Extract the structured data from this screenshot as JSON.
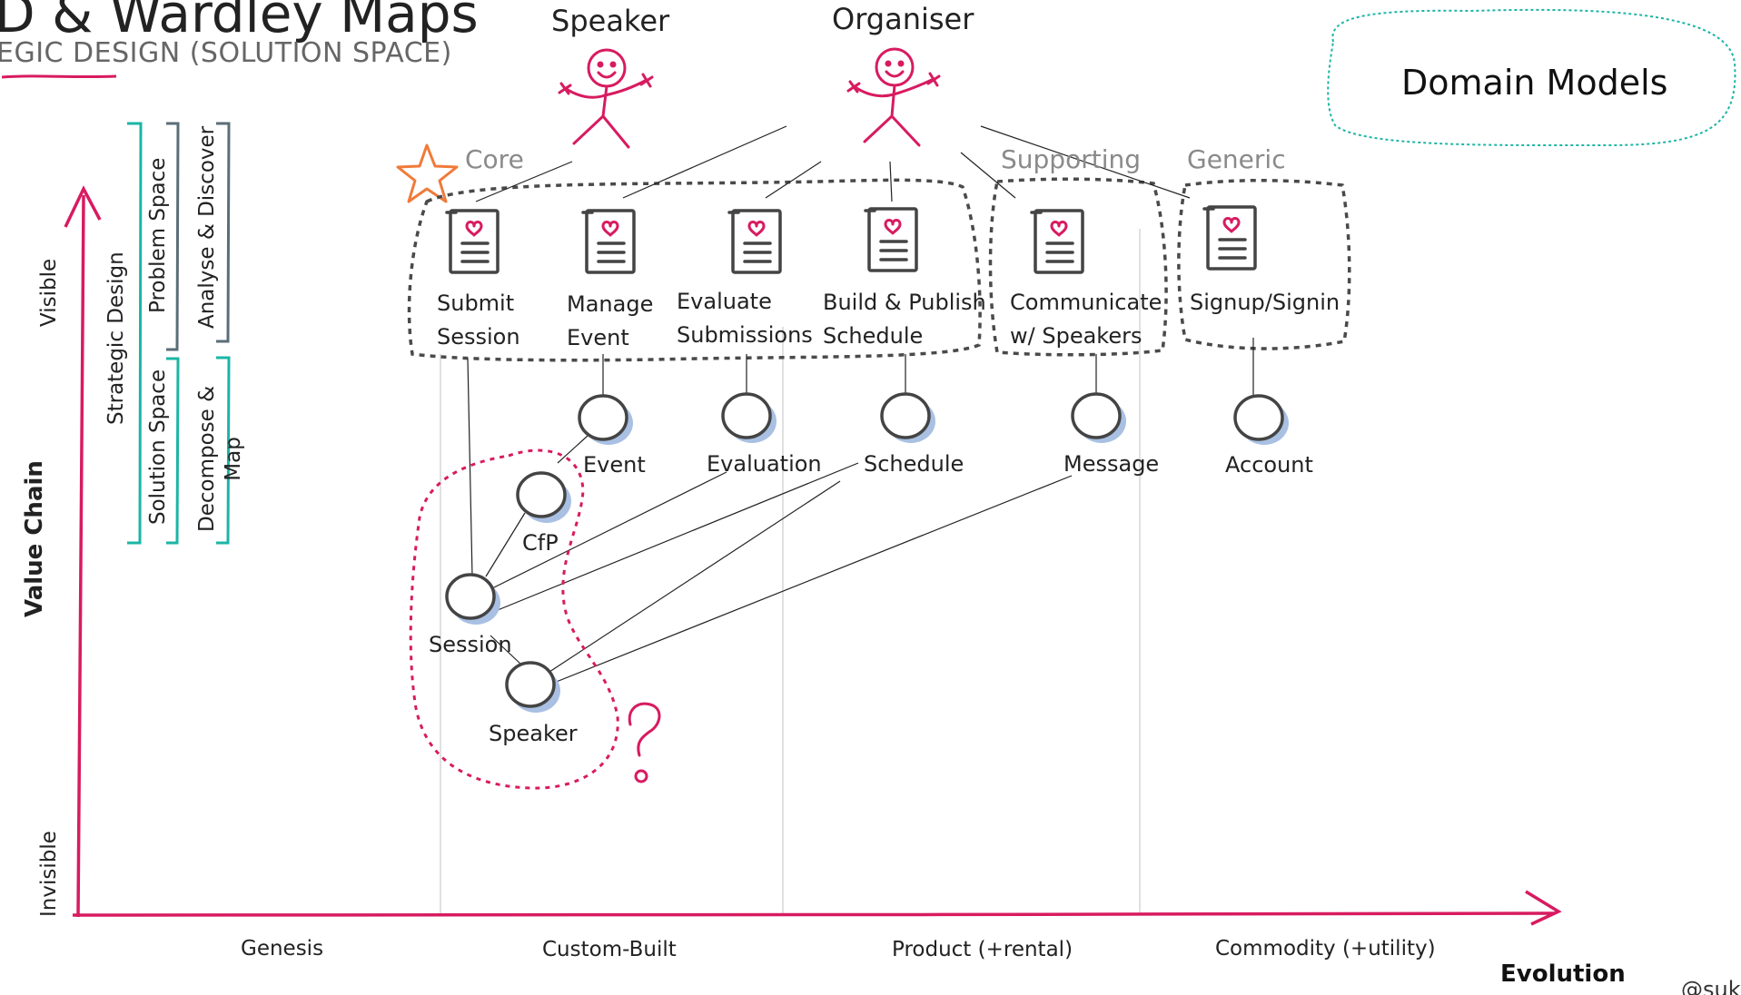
{
  "header": {
    "title": "D & Wardley Maps",
    "subtitle": "EGIC DESIGN (SOLUTION SPACE)"
  },
  "actors": [
    {
      "id": "speaker",
      "label": "Speaker"
    },
    {
      "id": "organiser",
      "label": "Organiser"
    }
  ],
  "categories": {
    "core": "Core",
    "supporting": "Supporting",
    "generic": "Generic"
  },
  "contexts": [
    {
      "id": "submit-session",
      "line1": "Submit",
      "line2": "Session"
    },
    {
      "id": "manage-event",
      "line1": "Manage",
      "line2": "Event"
    },
    {
      "id": "evaluate-submissions",
      "line1": "Evaluate",
      "line2": "Submissions"
    },
    {
      "id": "build-publish-schedule",
      "line1": "Build & Publish",
      "line2": "Schedule"
    },
    {
      "id": "communicate-speakers",
      "line1": "Communicate",
      "line2": "w/ Speakers"
    },
    {
      "id": "signup-signin",
      "line1": "Signup/Signin",
      "line2": ""
    }
  ],
  "entities": [
    {
      "id": "event",
      "label": "Event"
    },
    {
      "id": "evaluation",
      "label": "Evaluation"
    },
    {
      "id": "schedule",
      "label": "Schedule"
    },
    {
      "id": "message",
      "label": "Message"
    },
    {
      "id": "account",
      "label": "Account"
    },
    {
      "id": "cfp",
      "label": "CfP"
    },
    {
      "id": "session",
      "label": "Session"
    },
    {
      "id": "speaker",
      "label": "Speaker"
    }
  ],
  "question_mark": "?",
  "axes": {
    "y_label": "Value Chain",
    "y_top": "Visible",
    "y_bottom": "Invisible",
    "x_label": "Evolution",
    "stages": [
      "Genesis",
      "Custom-Built",
      "Product (+rental)",
      "Commodity (+utility)"
    ]
  },
  "legend": {
    "strategic_design": "Strategic Design",
    "problem_space": "Problem Space",
    "solution_space": "Solution Space",
    "analyse_discover": "Analyse & Discover",
    "decompose_line1": "Decompose &",
    "decompose_line2": "Map"
  },
  "badge": "Domain Models",
  "credit": "@suk",
  "colors": {
    "accent": "#d81b60",
    "teal": "#1bb5a5",
    "slate": "#5a6e78",
    "star": "#f07a3a",
    "node_shadow": "#a9c0e3",
    "dashed_group": "#4a4a4a"
  }
}
